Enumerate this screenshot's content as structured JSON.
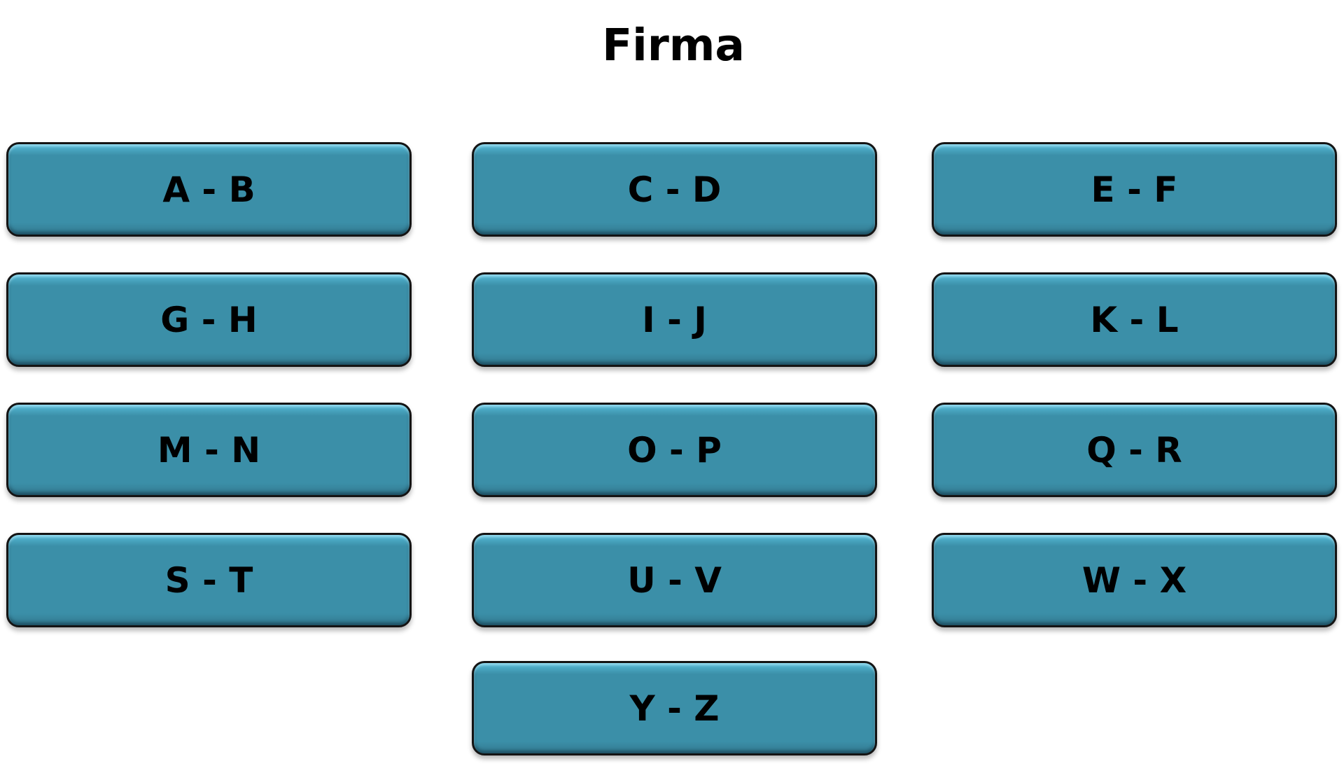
{
  "page": {
    "title": "Firma"
  },
  "colors": {
    "button_fill": "#3b8fa8",
    "button_highlight": "#5fc0dc",
    "button_border": "#141414",
    "label_text": "#000000"
  },
  "buttons": [
    {
      "label": "A - B"
    },
    {
      "label": "C - D"
    },
    {
      "label": "E - F"
    },
    {
      "label": "G - H"
    },
    {
      "label": "I - J"
    },
    {
      "label": "K - L"
    },
    {
      "label": "M - N"
    },
    {
      "label": "O - P"
    },
    {
      "label": "Q - R"
    },
    {
      "label": "S - T"
    },
    {
      "label": "U - V"
    },
    {
      "label": "W - X"
    },
    {
      "label": "Y - Z"
    }
  ]
}
